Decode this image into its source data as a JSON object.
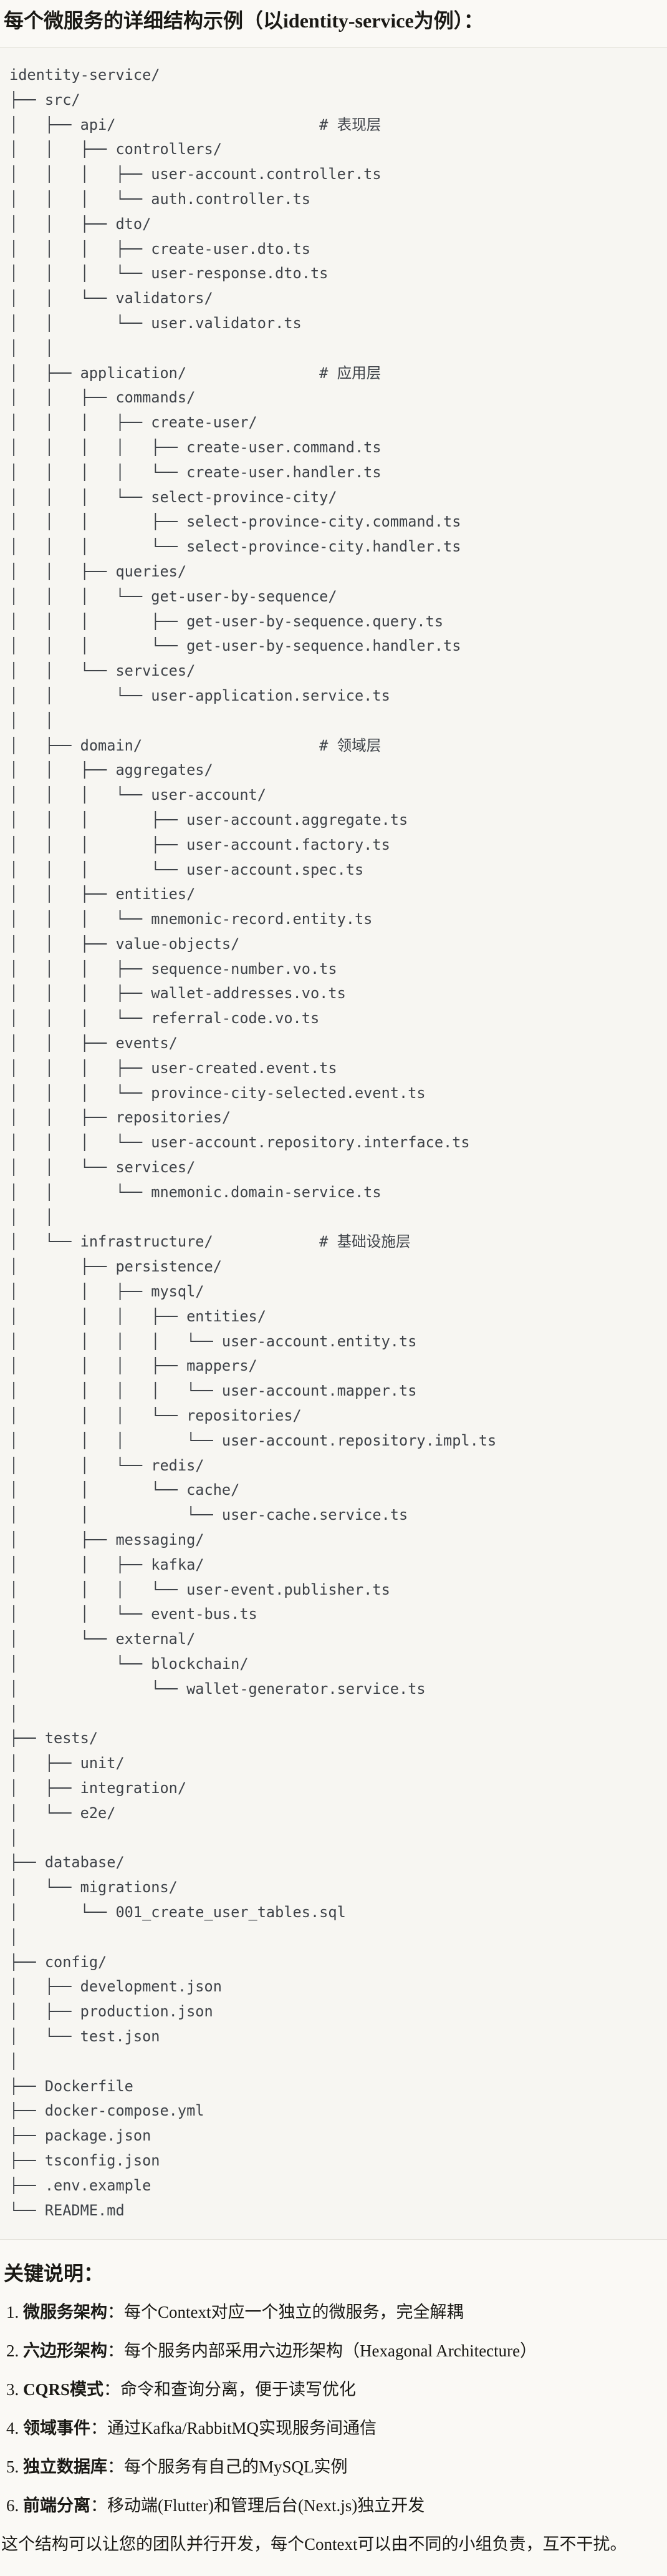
{
  "page": {
    "title_heading": "每个微服务的详细结构示例（以identity-service为例）：",
    "notes_heading": "关键说明：",
    "closing_paragraph": "这个结构可以让您的团队并行开发，每个Context可以由不同的小组负责，互不干扰。"
  },
  "colors": {
    "page_background": "#FAF9F5",
    "code_background": "#F7F6F2",
    "code_border": "#E3E1D9",
    "code_text": "#3E4248",
    "body_text": "#1A1915"
  },
  "code_block": {
    "language": "plaintext",
    "layer_comments": [
      "# 表现层",
      "# 应用层",
      "# 领域层",
      "# 基础设施层"
    ],
    "lines": [
      "identity-service/",
      "├── src/",
      "│   ├── api/                       # 表现层",
      "│   │   ├── controllers/",
      "│   │   │   ├── user-account.controller.ts",
      "│   │   │   └── auth.controller.ts",
      "│   │   ├── dto/",
      "│   │   │   ├── create-user.dto.ts",
      "│   │   │   └── user-response.dto.ts",
      "│   │   └── validators/",
      "│   │       └── user.validator.ts",
      "│   │",
      "│   ├── application/               # 应用层",
      "│   │   ├── commands/",
      "│   │   │   ├── create-user/",
      "│   │   │   │   ├── create-user.command.ts",
      "│   │   │   │   └── create-user.handler.ts",
      "│   │   │   └── select-province-city/",
      "│   │   │       ├── select-province-city.command.ts",
      "│   │   │       └── select-province-city.handler.ts",
      "│   │   ├── queries/",
      "│   │   │   └── get-user-by-sequence/",
      "│   │   │       ├── get-user-by-sequence.query.ts",
      "│   │   │       └── get-user-by-sequence.handler.ts",
      "│   │   └── services/",
      "│   │       └── user-application.service.ts",
      "│   │",
      "│   ├── domain/                    # 领域层",
      "│   │   ├── aggregates/",
      "│   │   │   └── user-account/",
      "│   │   │       ├── user-account.aggregate.ts",
      "│   │   │       ├── user-account.factory.ts",
      "│   │   │       └── user-account.spec.ts",
      "│   │   ├── entities/",
      "│   │   │   └── mnemonic-record.entity.ts",
      "│   │   ├── value-objects/",
      "│   │   │   ├── sequence-number.vo.ts",
      "│   │   │   ├── wallet-addresses.vo.ts",
      "│   │   │   └── referral-code.vo.ts",
      "│   │   ├── events/",
      "│   │   │   ├── user-created.event.ts",
      "│   │   │   └── province-city-selected.event.ts",
      "│   │   ├── repositories/",
      "│   │   │   └── user-account.repository.interface.ts",
      "│   │   └── services/",
      "│   │       └── mnemonic.domain-service.ts",
      "│   │",
      "│   └── infrastructure/            # 基础设施层",
      "│       ├── persistence/",
      "│       │   ├── mysql/",
      "│       │   │   ├── entities/",
      "│       │   │   │   └── user-account.entity.ts",
      "│       │   │   ├── mappers/",
      "│       │   │   │   └── user-account.mapper.ts",
      "│       │   │   └── repositories/",
      "│       │   │       └── user-account.repository.impl.ts",
      "│       │   └── redis/",
      "│       │       └── cache/",
      "│       │           └── user-cache.service.ts",
      "│       ├── messaging/",
      "│       │   ├── kafka/",
      "│       │   │   └── user-event.publisher.ts",
      "│       │   └── event-bus.ts",
      "│       └── external/",
      "│           └── blockchain/",
      "│               └── wallet-generator.service.ts",
      "│",
      "├── tests/",
      "│   ├── unit/",
      "│   ├── integration/",
      "│   └── e2e/",
      "│",
      "├── database/",
      "│   └── migrations/",
      "│       └── 001_create_user_tables.sql",
      "│",
      "├── config/",
      "│   ├── development.json",
      "│   ├── production.json",
      "│   └── test.json",
      "│",
      "├── Dockerfile",
      "├── docker-compose.yml",
      "├── package.json",
      "├── tsconfig.json",
      "├── .env.example",
      "└── README.md"
    ]
  },
  "notes": {
    "items": [
      {
        "num": "1. ",
        "label": "微服务架构",
        "text": "：每个Context对应一个独立的微服务，完全解耦"
      },
      {
        "num": "2. ",
        "label": "六边形架构",
        "text": "：每个服务内部采用六边形架构（Hexagonal Architecture）"
      },
      {
        "num": "3. ",
        "label": "CQRS模式",
        "text": "：命令和查询分离，便于读写优化"
      },
      {
        "num": "4. ",
        "label": "领域事件",
        "text": "：通过Kafka/RabbitMQ实现服务间通信"
      },
      {
        "num": "5. ",
        "label": "独立数据库",
        "text": "：每个服务有自己的MySQL实例"
      },
      {
        "num": "6. ",
        "label": "前端分离",
        "text": "：移动端(Flutter)和管理后台(Next.js)独立开发"
      }
    ]
  }
}
